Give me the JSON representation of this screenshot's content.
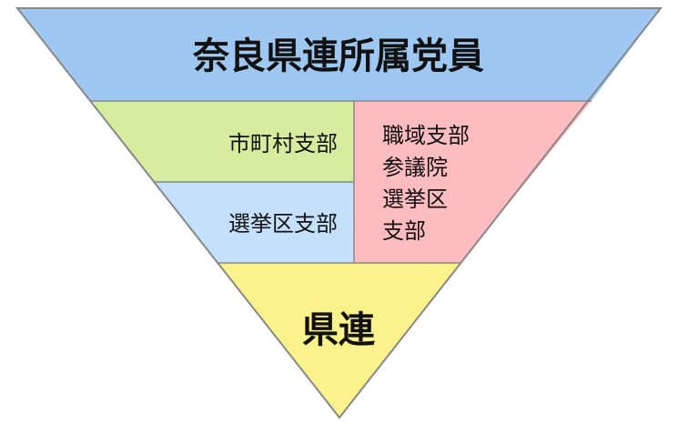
{
  "diagram": {
    "title": "奈良県連所属党員",
    "municipal": "市町村支部",
    "electoral": "選挙区支部",
    "occupational": {
      "lines": [
        "職域支部",
        "参議院",
        "選挙区",
        "支部"
      ]
    },
    "prefectural": "県連"
  },
  "colors": {
    "outline": "#888888",
    "title_fill": "#9ec7f2",
    "municipal_fill": "#d6ec9e",
    "electoral_fill": "#c5e0fb",
    "occupational_fill": "#fdbcbf",
    "prefectural_fill": "#fbf28c"
  }
}
